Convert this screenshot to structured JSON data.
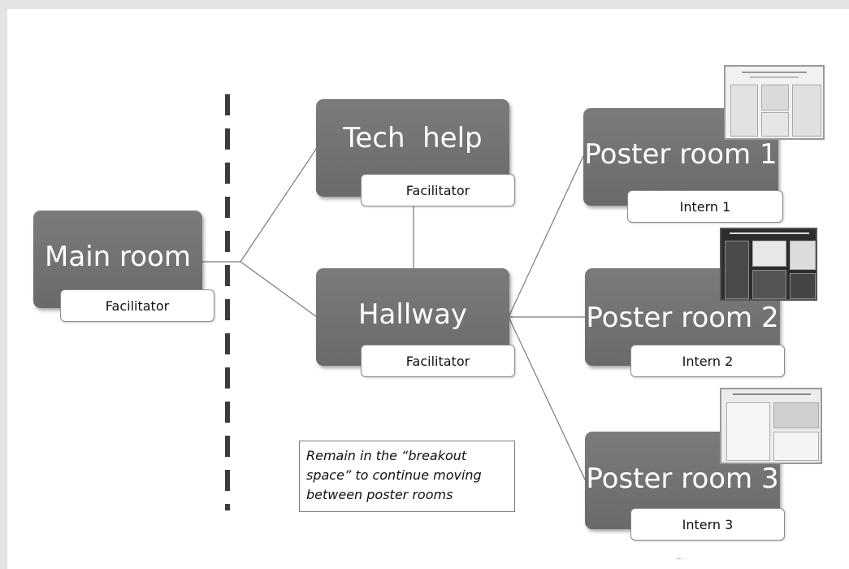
{
  "rooms": {
    "main": {
      "title": "Main room",
      "label": "Facilitator"
    },
    "tech": {
      "title": "Tech  help",
      "label": "Facilitator"
    },
    "hallway": {
      "title": "Hallway",
      "label": "Facilitator"
    },
    "poster1": {
      "title": "Poster room 1",
      "label": "Intern 1"
    },
    "poster2": {
      "title": "Poster room 2",
      "label": "Intern 2"
    },
    "poster3": {
      "title": "Poster room 3",
      "label": "Intern 3"
    }
  },
  "note": {
    "line1": "Remain in the “breakout",
    "line2": "space” to continue moving",
    "line3": "between poster rooms"
  },
  "ellipsis": "..."
}
